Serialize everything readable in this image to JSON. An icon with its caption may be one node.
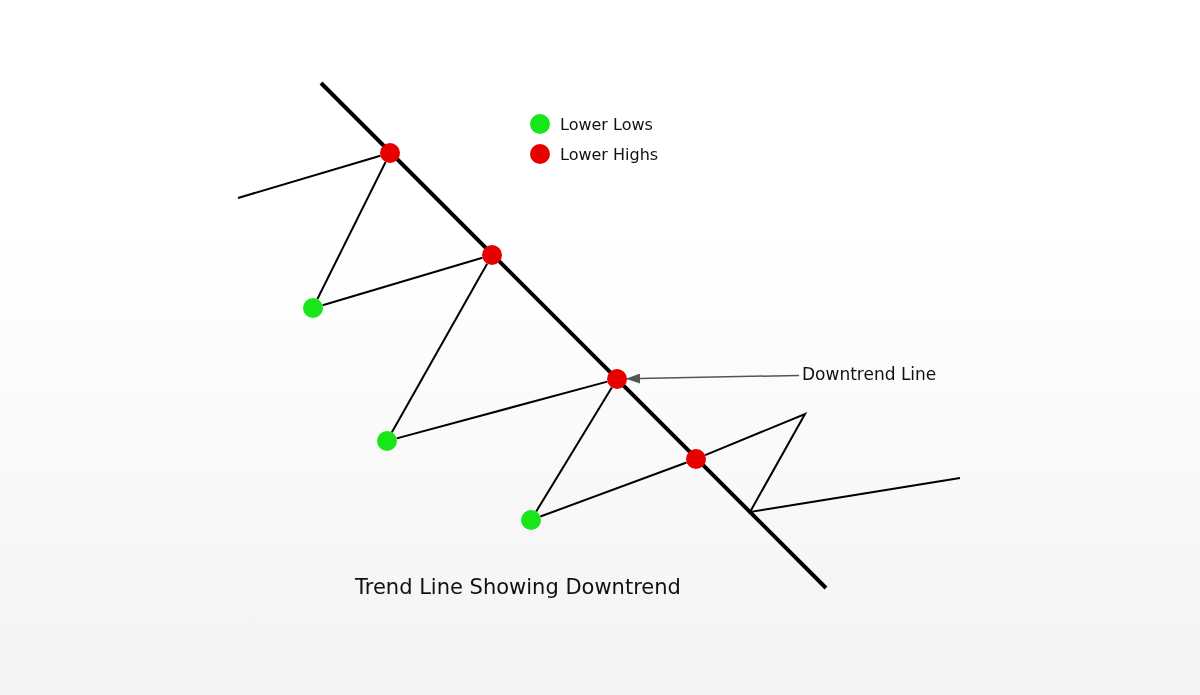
{
  "diagram": {
    "caption": "Trend Line Showing Downtrend",
    "nodes": [
      {
        "text": [
          "Downtrend Line"
        ]
      },
      {
        "text": [],
        "shape": "circle"
      },
      {
        "text": [],
        "shape": "circle"
      },
      {
        "text": [],
        "shape": "circle"
      },
      {
        "text": [],
        "shape": "circle"
      },
      {
        "text": [],
        "shape": "circle"
      },
      {
        "text": [],
        "shape": "circle"
      },
      {
        "text": [],
        "shape": "circle"
      }
    ],
    "edges": [
      {
        "from": 0,
        "to": 3,
        "arrow": "to",
        "color": "#555555"
      },
      {
        "from": null,
        "to": 1,
        "arrow": "none"
      },
      {
        "from": 1,
        "to": 5,
        "arrow": "none"
      },
      {
        "from": 5,
        "to": 2,
        "arrow": "none"
      },
      {
        "from": 2,
        "to": 6,
        "arrow": "none"
      },
      {
        "from": 6,
        "to": 3,
        "arrow": "none"
      },
      {
        "from": 3,
        "to": 7,
        "arrow": "none"
      },
      {
        "from": 7,
        "to": 4,
        "arrow": "none"
      },
      {
        "from": 4,
        "to": null,
        "arrow": "none"
      }
    ],
    "legend": [
      {
        "text": "Lower Lows",
        "color": "#19e619"
      },
      {
        "text": "Lower Highs",
        "color": "#e60000"
      }
    ]
  }
}
